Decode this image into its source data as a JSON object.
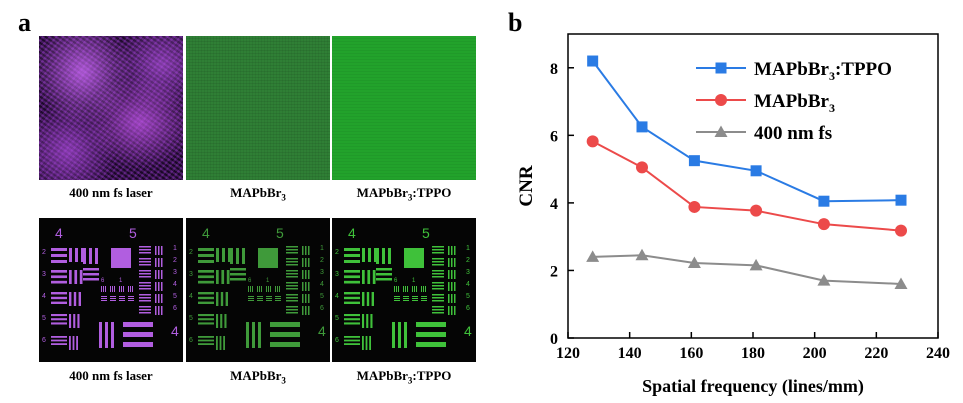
{
  "panels": {
    "a": "a",
    "b": "b"
  },
  "captions": {
    "top": [
      {
        "main": "400 nm fs laser",
        "sub": "",
        "tail": ""
      },
      {
        "main": "MAPbBr",
        "sub": "3",
        "tail": ""
      },
      {
        "main": "MAPbBr",
        "sub": "3",
        "tail": ":TPPO"
      }
    ],
    "bottom": [
      {
        "main": "400 nm fs laser",
        "sub": "",
        "tail": ""
      },
      {
        "main": "MAPbBr",
        "sub": "3",
        "tail": ""
      },
      {
        "main": "MAPbBr",
        "sub": "3",
        "tail": ":TPPO"
      }
    ]
  },
  "target_labels": {
    "big": [
      "4",
      "5"
    ],
    "left": [
      "2",
      "3",
      "4",
      "5",
      "6"
    ],
    "right": [
      "1",
      "2",
      "3",
      "4",
      "5",
      "6"
    ],
    "center": [
      "6",
      "1"
    ],
    "corner": "4"
  },
  "colors": {
    "laser": "#b15ee0",
    "map": "#3f9a3a",
    "tppo": "#3fc13a"
  },
  "chart_data": {
    "type": "line",
    "xlabel": "Spatial frequency (lines/mm)",
    "ylabel": "CNR",
    "xlim": [
      120,
      240
    ],
    "ylim": [
      0,
      9
    ],
    "xticks": [
      120,
      140,
      160,
      180,
      200,
      220,
      240
    ],
    "yticks": [
      0,
      2,
      4,
      6,
      8
    ],
    "x": [
      128,
      144,
      161,
      181,
      203,
      228
    ],
    "grid": false,
    "legend_position": "top-right",
    "series": [
      {
        "label_main": "MAPbBr",
        "label_sub": "3",
        "label_tail": ":TPPO",
        "marker": "square",
        "color": "#2a7be4",
        "values": [
          8.2,
          6.25,
          5.25,
          4.95,
          4.05,
          4.08
        ]
      },
      {
        "label_main": "MAPbBr",
        "label_sub": "3",
        "label_tail": "",
        "marker": "circle",
        "color": "#ec4a4a",
        "values": [
          5.82,
          5.05,
          3.88,
          3.77,
          3.37,
          3.18
        ]
      },
      {
        "label_main": "400 nm fs",
        "label_sub": "",
        "label_tail": "",
        "marker": "triangle",
        "color": "#8c8c8c",
        "values": [
          2.4,
          2.45,
          2.22,
          2.15,
          1.7,
          1.6
        ]
      }
    ]
  }
}
